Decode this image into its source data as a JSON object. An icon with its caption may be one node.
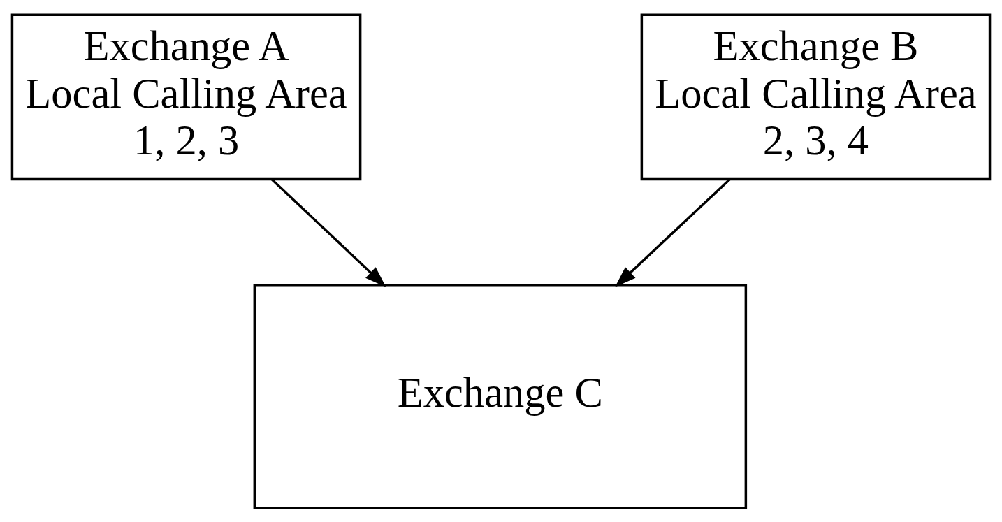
{
  "diagram": {
    "nodes": [
      {
        "text": [
          "Exchange A",
          "Local Calling Area",
          "1, 2, 3"
        ]
      },
      {
        "text": [
          "Exchange B",
          "Local Calling Area",
          "2, 3, 4"
        ]
      },
      {
        "text": [
          "Exchange C"
        ]
      }
    ],
    "edges": [
      {
        "from": 0,
        "to": 2,
        "arrow": "to"
      },
      {
        "from": 1,
        "to": 2,
        "arrow": "to"
      }
    ]
  }
}
